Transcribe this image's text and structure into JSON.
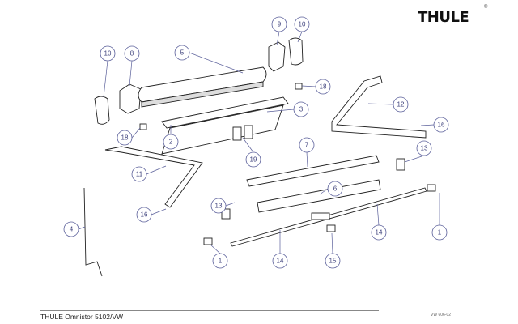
{
  "brand": {
    "logo_text": "THULE",
    "registered_mark": "®"
  },
  "footer": {
    "title": "THULE Omnistor 5102/VW",
    "code": "VW 606-02"
  },
  "callouts": [
    "10",
    "8",
    "5",
    "9",
    "10",
    "18",
    "3",
    "12",
    "16",
    "2",
    "18",
    "19",
    "7",
    "13",
    "11",
    "6",
    "13",
    "16",
    "4",
    "1",
    "14",
    "1",
    "14",
    "15"
  ]
}
